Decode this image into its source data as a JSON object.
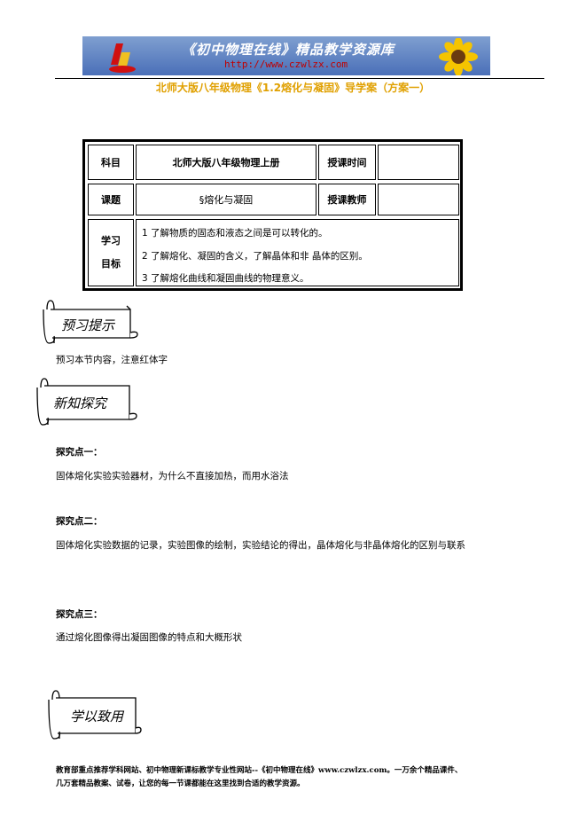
{
  "banner": {
    "title": "《初中物理在线》精品教学资源库",
    "url": "http://www.czwlzx.com"
  },
  "doc_title": "北师大版八年级物理《1.2熔化与凝固》导学案（方案一）",
  "info_table": {
    "subject_label": "科目",
    "subject_value": "北师大版八年级物理上册",
    "time_label": "授课时间",
    "time_value": "",
    "topic_label": "课题",
    "topic_value": "§熔化与凝固",
    "teacher_label": "授课教师",
    "teacher_value": "",
    "objectives_label_line1": "学习",
    "objectives_label_line2": "目标",
    "objectives": [
      "1 了解物质的固态和液态之间是可以转化的。",
      "2 了解熔化、凝固的含义，了解晶体和非 晶体的区别。",
      "3 了解熔化曲线和凝固曲线的物理意义。"
    ]
  },
  "sections": {
    "preview_heading": "预习提示",
    "preview_text": "预习本节内容，注意红体字",
    "explore_heading": "新知探究",
    "point1_label": "探究点一：",
    "point1_text": "固体熔化实验实验器材，为什么不直接加热，而用水浴法",
    "point2_label": "探究点二：",
    "point2_text": "固体熔化实验数据的记录，实验图像的绘制，实验结论的得出，晶体熔化与非晶体熔化的区别与联系",
    "point3_label": "探究点三：",
    "point3_text": "通过熔化图像得出凝固图像的特点和大概形状",
    "apply_heading": "学以致用"
  },
  "footer": {
    "line1": "教育部重点推荐学科网站、初中物理新课标教学专业性网站--《初中物理在线》www.czwlzx.com。一万余个精品课件、",
    "line2": "几万套精品教案、试卷，让您的每一节课都能在这里找到合适的教学资源。"
  },
  "colors": {
    "title": "#e0a000",
    "banner_bg": "#5a7fc0",
    "url": "#c00000"
  }
}
